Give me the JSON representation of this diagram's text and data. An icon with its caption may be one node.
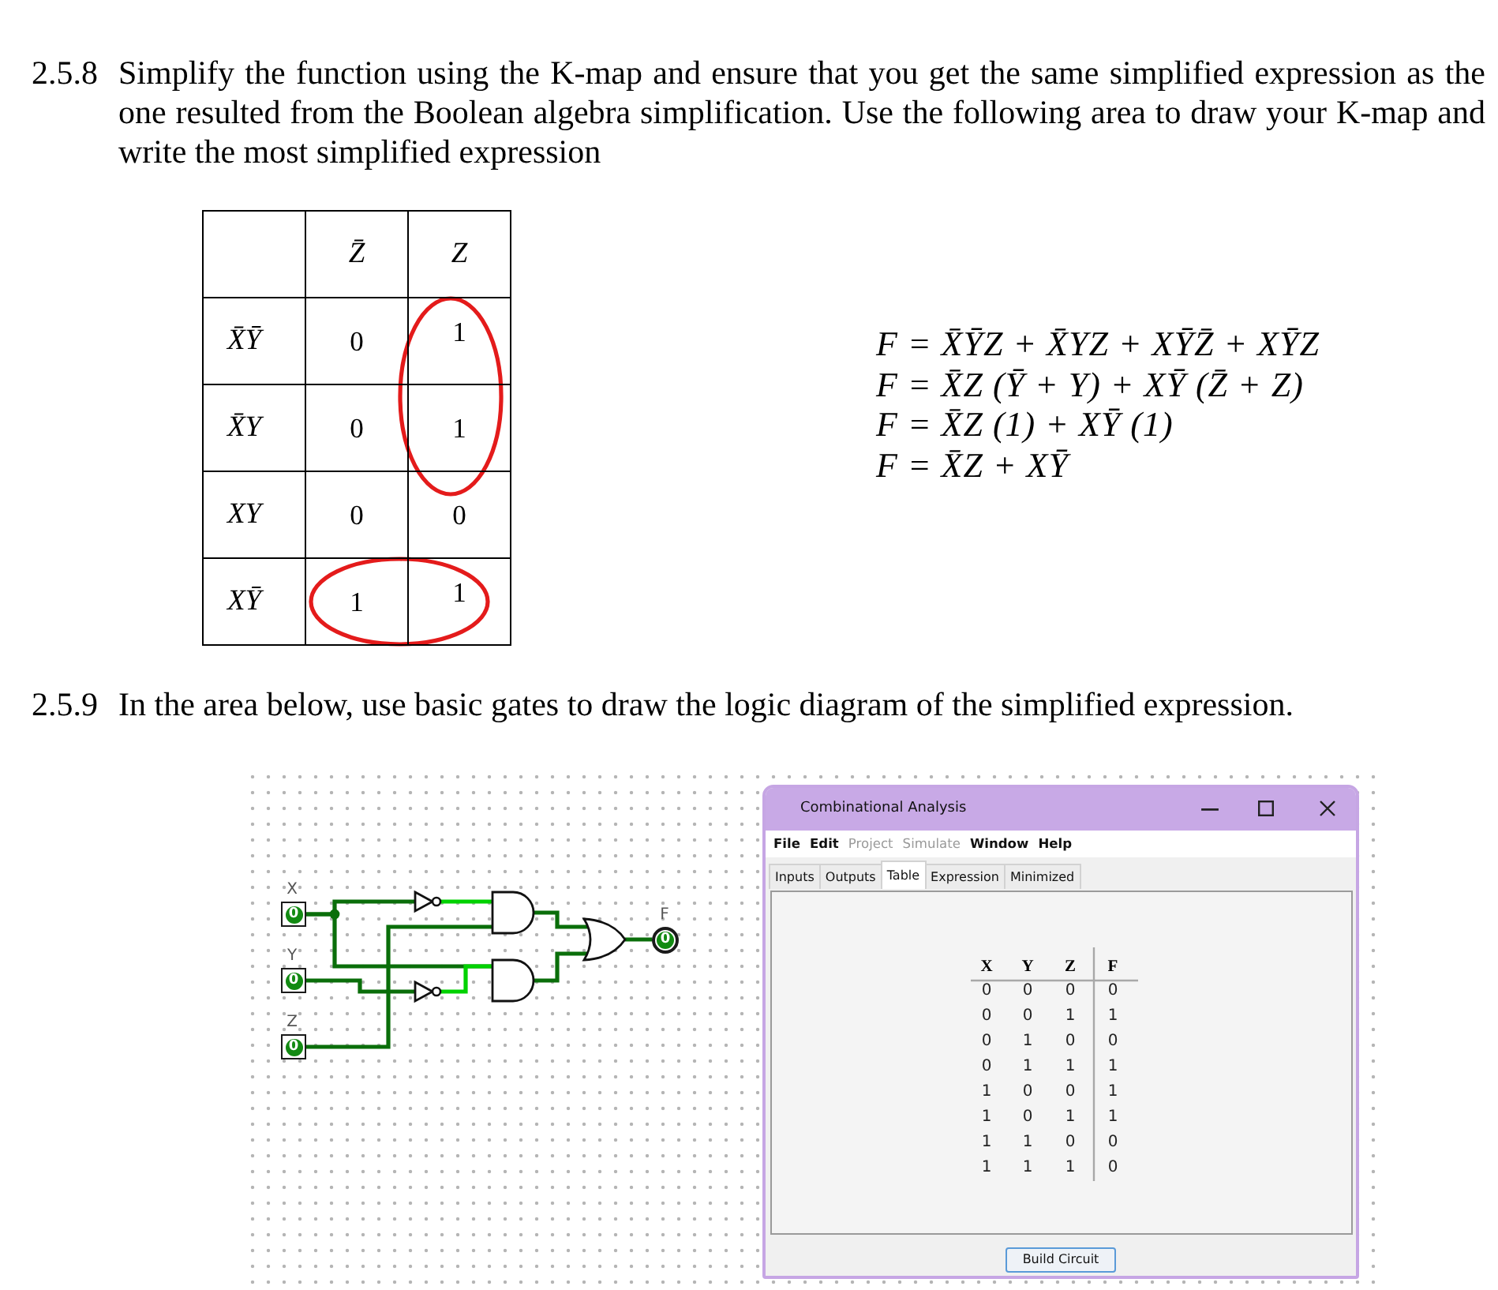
{
  "diagram": {
    "nodes": [
      {
        "text": [
          "0"
        ],
        "beside": [
          "X"
        ]
      },
      {
        "text": [
          "0"
        ],
        "beside": [
          "Y"
        ]
      },
      {
        "text": [
          "0"
        ],
        "beside": [
          "Z"
        ]
      },
      {
        "text": [],
        "shape": "not-gate"
      },
      {
        "text": [],
        "shape": "not-gate"
      },
      {
        "text": [],
        "shape": "and-gate"
      },
      {
        "text": [],
        "shape": "and-gate"
      },
      {
        "text": [],
        "shape": "or-gate"
      },
      {
        "text": [
          "0"
        ],
        "beside": [
          "F"
        ]
      }
    ],
    "edges": [
      {
        "from": 0,
        "to": 3,
        "arrow": "none"
      },
      {
        "from": 0,
        "to": 6,
        "arrow": "none"
      },
      {
        "from": 1,
        "to": 4,
        "arrow": "none"
      },
      {
        "from": 2,
        "to": 5,
        "arrow": "none"
      },
      {
        "from": 3,
        "to": 5,
        "arrow": "none",
        "color": "#00d200"
      },
      {
        "from": 4,
        "to": 6,
        "arrow": "none",
        "color": "#00d200"
      },
      {
        "from": 5,
        "to": 7,
        "arrow": "none"
      },
      {
        "from": 6,
        "to": 7,
        "arrow": "none"
      },
      {
        "from": 7,
        "to": 8,
        "arrow": "none"
      }
    ],
    "labels": [
      "2.5.8",
      "Simplify the function using the K-map and ensure that you get the same simplified expression as the one resulted from the Boolean algebra simplification. Use the following area to draw your K-map and write the most simplified expression",
      "Z̄",
      "Z",
      "X̄Ȳ",
      "0",
      "1",
      "X̄Y",
      "0",
      "1",
      "XY",
      "0",
      "0",
      "XȲ",
      "1",
      "1",
      "F = X̄ȲZ + X̄YZ + XȲZ̄ + XȲZ",
      "F = X̄Z (Ȳ + Y) + XȲ (Z̄ + Z)",
      "F = X̄Z (1) + XȲ (1)",
      "F = X̄Z + XȲ",
      "2.5.9",
      "In the area below, use basic gates to draw the logic diagram of the simplified expression.",
      "Combinational Analysis",
      "File",
      "Edit",
      "Project",
      "Simulate",
      "Window",
      "Help",
      "Inputs",
      "Outputs",
      "Table",
      "Expression",
      "Minimized",
      "X",
      "Y",
      "Z",
      "F",
      "0",
      "0",
      "0",
      "0",
      "0",
      "0",
      "1",
      "1",
      "0",
      "1",
      "0",
      "0",
      "0",
      "1",
      "1",
      "1",
      "1",
      "0",
      "0",
      "1",
      "1",
      "0",
      "1",
      "1",
      "1",
      "1",
      "0",
      "0",
      "1",
      "1",
      "1",
      "0",
      "Build Circuit"
    ]
  }
}
